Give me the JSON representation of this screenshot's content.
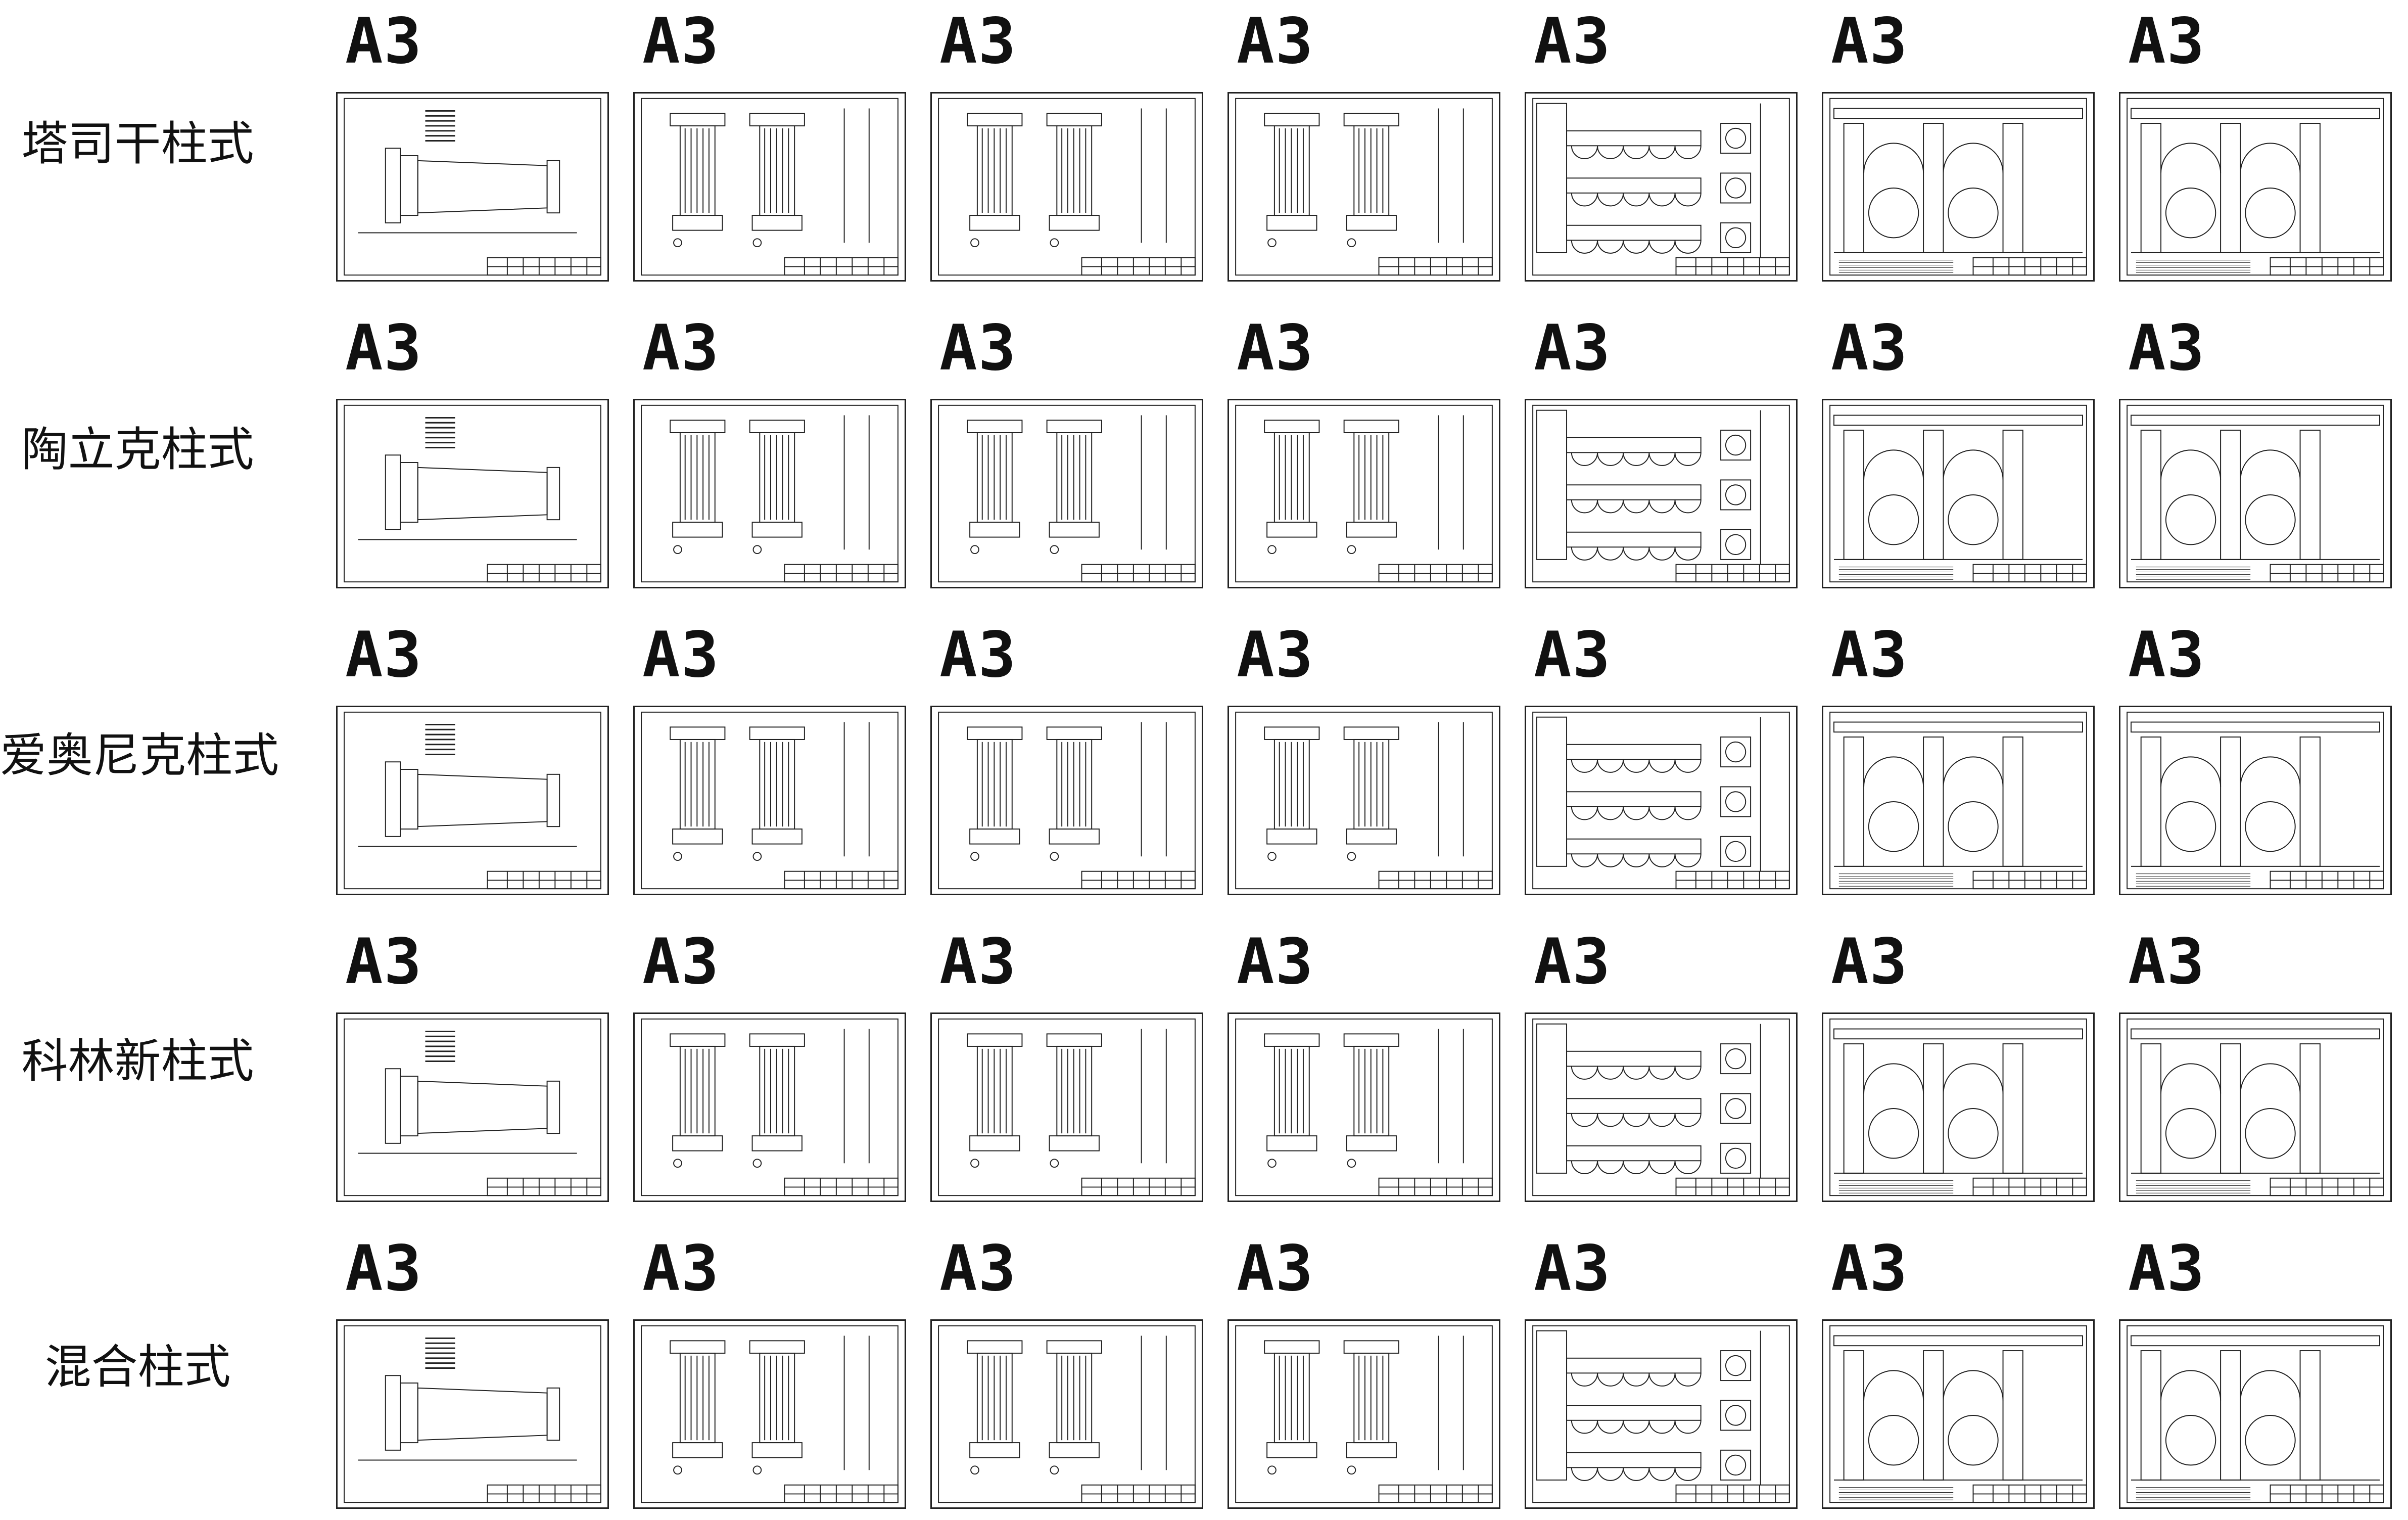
{
  "format_label": "A3",
  "rows": [
    {
      "label": "塔司干柱式"
    },
    {
      "label": "陶立克柱式"
    },
    {
      "label": "爱奥尼克柱式"
    },
    {
      "label": "科林新柱式"
    },
    {
      "label": "混合柱式"
    }
  ],
  "columns_per_row": 7
}
